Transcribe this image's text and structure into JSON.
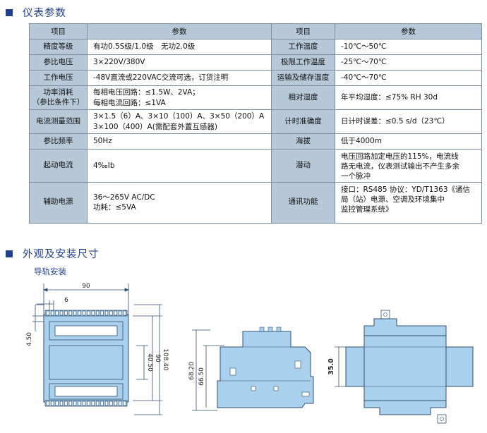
{
  "section1": {
    "title": "仪表参数"
  },
  "table": {
    "headers": [
      "项目",
      "参数",
      "项目",
      "参数"
    ],
    "rows": [
      {
        "l1": "精度等级",
        "v1": [
          "有功0.5S级/1.0级　无功2.0级"
        ],
        "l2": "工作温度",
        "v2": [
          "-10℃～50℃"
        ]
      },
      {
        "l1": "参比电压",
        "v1": [
          "3×220V/380V"
        ],
        "l2": "极限工作温度",
        "v2": [
          "-25℃～70℃"
        ]
      },
      {
        "l1": "工作电压",
        "v1": [
          "-48V直流或220VAC交流可选，订货注明"
        ],
        "l2": "运输及储存温度",
        "v2": [
          "-40℃～70℃"
        ]
      },
      {
        "l1": "功率消耗\n（参比条件下）",
        "v1": [
          "每相电压回路：≤1.5W、2VA；",
          "每相电流回路：≤1VA"
        ],
        "l2": "相对湿度",
        "v2": [
          "年平均湿度：≤75% RH 30d"
        ]
      },
      {
        "l1": "电流测量范围",
        "v1": [
          "3×1.5（6）A、3×10（100）A、3×50（200）A",
          "3×100（400）A(需配套外置互感器)"
        ],
        "l2": "计时准确度",
        "v2": [
          "日计时误差：≤0.5 s/d（23℃）"
        ]
      },
      {
        "l1": "参比频率",
        "v1": [
          "50Hz"
        ],
        "l2": "海拔",
        "v2": [
          "低于4000m"
        ]
      },
      {
        "l1": "起动电流",
        "v1": [
          "4‰Ib"
        ],
        "l2": "潜动",
        "v2": [
          "电压回路加定电压的115%，电流线",
          "路无电流，仪表测试输出不产生多余",
          "一个脉冲"
        ]
      },
      {
        "l1": "辅助电源",
        "v1": [
          "36～265V AC/DC",
          "功耗：≤5VA"
        ],
        "l2": "通讯功能",
        "v2": [
          "接口：RS485 协议：YD/T1363《通信",
          "局（站）电源、空调及环境集中",
          "监控管理系统》"
        ]
      }
    ]
  },
  "section2": {
    "title": "外观及安装尺寸",
    "subtitle": "导轨安装"
  },
  "drawings": {
    "front": {
      "dim_width": "90",
      "dim_pitch": "6",
      "dim_top": "4.50",
      "dim_inner": "40.50",
      "dim_body": "90",
      "dim_total": "108.40"
    },
    "side": {
      "dim_outer": "68.20",
      "dim_inner": "66.50"
    },
    "rear": {
      "dim_rail": "35.0"
    }
  },
  "colors": {
    "accent": "#1f3f8f",
    "table_header": "#b7c8d8",
    "drawing_fill": "#a9d0ec",
    "drawing_stroke": "#2f4f6f"
  }
}
